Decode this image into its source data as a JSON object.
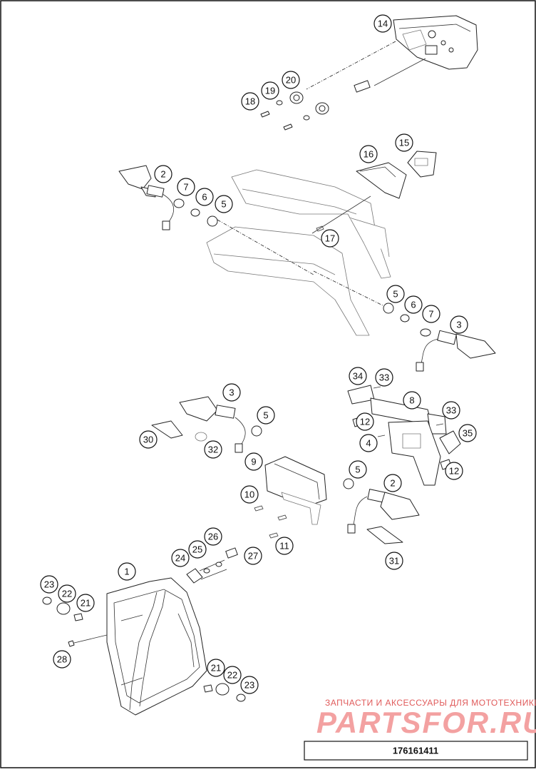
{
  "diagram": {
    "callouts": [
      "14",
      "20",
      "19",
      "18",
      "16",
      "15",
      "2",
      "7",
      "6",
      "5",
      "17",
      "5",
      "6",
      "7",
      "3",
      "34",
      "33",
      "8",
      "3",
      "5",
      "33",
      "12",
      "35",
      "30",
      "32",
      "4",
      "9",
      "12",
      "5",
      "2",
      "10",
      "11",
      "26",
      "25",
      "24",
      "27",
      "31",
      "1",
      "23",
      "22",
      "21",
      "28",
      "21",
      "22",
      "23"
    ],
    "watermark": {
      "tagline": "ЗАПЧАСТИ И АКСЕССУАРЫ ДЛЯ МОТОТЕХНИКИ",
      "brand": "PARTSFOR.RU"
    },
    "drawing_code": "176161411",
    "colors": {
      "line": "#222222",
      "watermark": "#e05a5a",
      "watermark_light": "#f3a1a1"
    }
  }
}
